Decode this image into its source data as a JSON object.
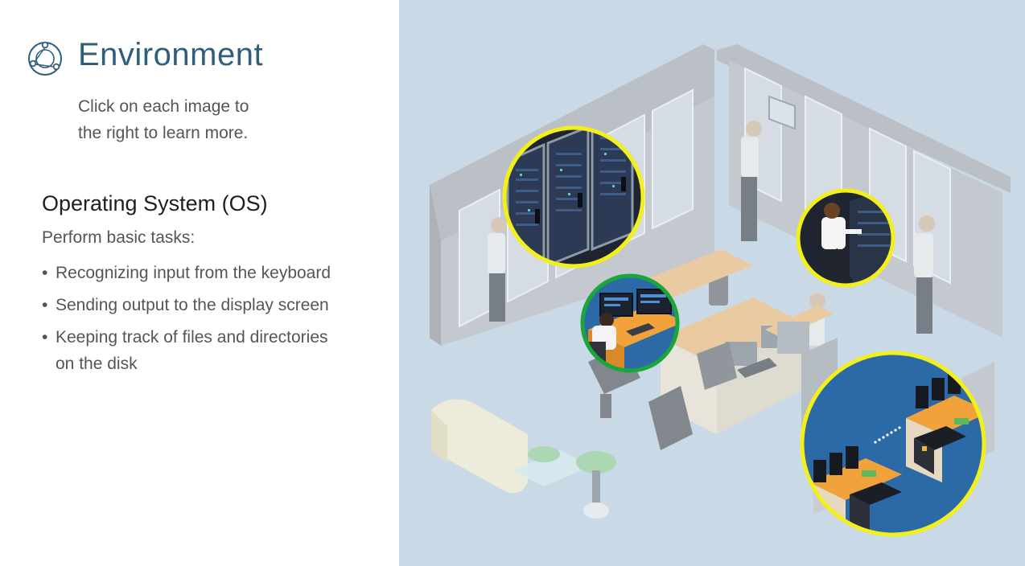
{
  "header": {
    "title": "Environment",
    "icon": "network-globe-icon"
  },
  "instructions": {
    "line1": "Click on each image to",
    "line2": "the right to learn more."
  },
  "section": {
    "title": "Operating System (OS)",
    "intro": "Perform basic tasks:",
    "bullets": [
      "Recognizing input from the keyboard",
      "Sending output to the display screen",
      "Keeping track of files and directories",
      "on the disk"
    ]
  },
  "scene": {
    "hotspots": [
      {
        "name": "server-racks",
        "ring": "#f3ef1b"
      },
      {
        "name": "technician-at-rack",
        "ring": "#f3ef1b"
      },
      {
        "name": "operator-workstation",
        "ring": "#1aa63b",
        "state": "visited"
      },
      {
        "name": "networked-desks",
        "ring": "#f3ef1b"
      }
    ],
    "colors": {
      "background": "#c9d9e6",
      "title": "#2f5f7a"
    }
  }
}
